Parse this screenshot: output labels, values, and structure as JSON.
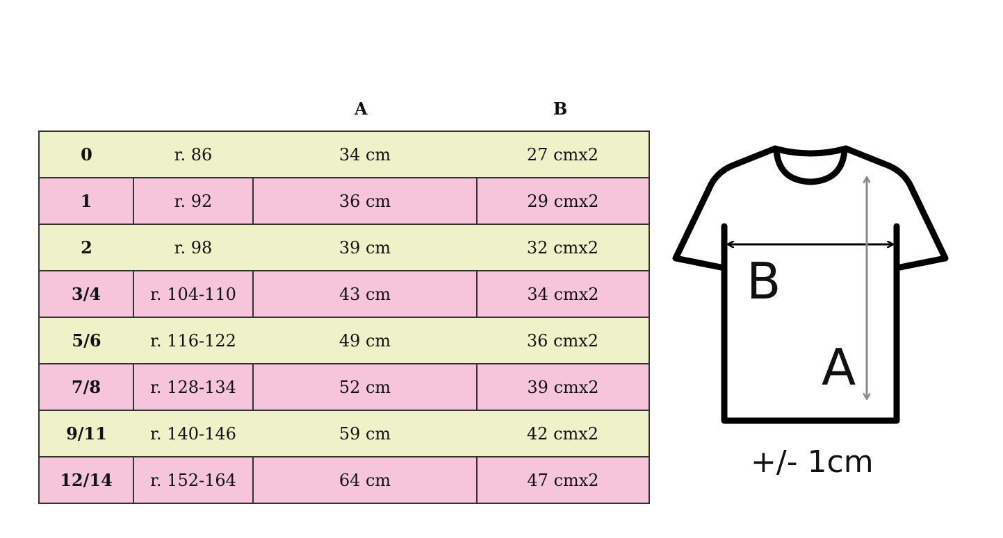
{
  "table": {
    "header_a": "A",
    "header_b": "B",
    "rows": [
      {
        "size": "0",
        "r": "r.  86",
        "a": "34  cm",
        "b": "27  cmx2",
        "color": "green"
      },
      {
        "size": "1",
        "r": "r.  92",
        "a": "36  cm",
        "b": "29  cmx2",
        "color": "pink"
      },
      {
        "size": "2",
        "r": "r.  98",
        "a": "39  cm",
        "b": "32  cmx2",
        "color": "green"
      },
      {
        "size": "3/4",
        "r": "r.  104-110",
        "a": "43  cm",
        "b": "34  cmx2",
        "color": "pink"
      },
      {
        "size": "5/6",
        "r": "r.  116-122",
        "a": "49  cm",
        "b": "36  cmx2",
        "color": "green"
      },
      {
        "size": "7/8",
        "r": "r.  128-134",
        "a": "52  cm",
        "b": "39  cmx2",
        "color": "pink"
      },
      {
        "size": "9/11",
        "r": "r.  140-146",
        "a": "59  cm",
        "b": "42  cmx2",
        "color": "green"
      },
      {
        "size": "12/14",
        "r": "r.  152-164",
        "a": "64  cm",
        "b": "47  cmx2",
        "color": "pink"
      }
    ]
  },
  "colors": {
    "green_row": "#eff2c8",
    "pink_row": "#f6c5dc"
  },
  "diagram": {
    "label_a": "A",
    "label_b": "B",
    "icon": "t-shirt-icon"
  },
  "tolerance_note": "+/- 1cm"
}
